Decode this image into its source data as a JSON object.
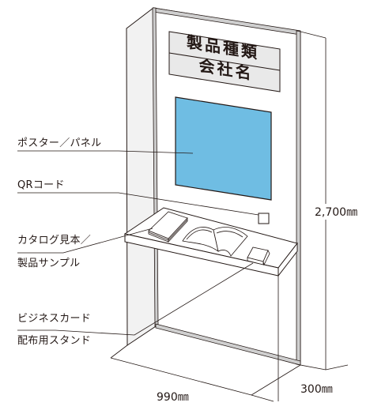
{
  "sign": {
    "line1": "製品種類",
    "line2": "会社名"
  },
  "callouts": {
    "poster_panel": "ポスター／パネル",
    "qr_code": "QRコード",
    "catalog_line1": "カタログ見本／",
    "catalog_line2": "製品サンプル",
    "card_stand_line1": "ビジネスカード",
    "card_stand_line2": "配布用スタンド"
  },
  "dimensions": {
    "height": "2,700㎜",
    "width": "990㎜",
    "depth": "300㎜"
  },
  "colors": {
    "poster_fill": "#6fbde3",
    "panel_side": "#f2f2f2",
    "frame": "#231815",
    "sign_bg": "#e9e9e9",
    "frame_bar": "#cfcfcf"
  }
}
